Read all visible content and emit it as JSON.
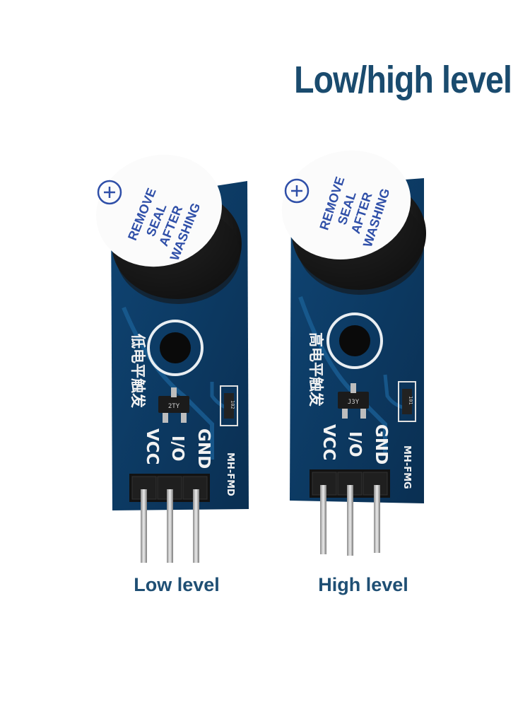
{
  "heading": "Low/high level",
  "colors": {
    "heading": "#1a4b6e",
    "caption": "#1f4f74",
    "pcb": "#0d3a63",
    "pcb_trace": "#1a5f95",
    "buzzer": "#161616",
    "sticker_text": "#2f4fa8"
  },
  "modules": [
    {
      "caption": "Low level",
      "sticker": [
        "REMOVE",
        "SEAL",
        "AFTER",
        "WASHING"
      ],
      "chinese_label": "低电平触发",
      "model": "MH-FMD",
      "transistor_code": "2TY",
      "resistor_code": "102",
      "pins": [
        "VCC",
        "I/O",
        "GND"
      ]
    },
    {
      "caption": "High level",
      "sticker": [
        "REMOVE",
        "SEAL",
        "AFTER",
        "WASHING"
      ],
      "chinese_label": "高电平触发",
      "model": "MH-FMG",
      "transistor_code": "J3Y",
      "resistor_code": "101",
      "pins": [
        "VCC",
        "I/O",
        "GND"
      ]
    }
  ]
}
